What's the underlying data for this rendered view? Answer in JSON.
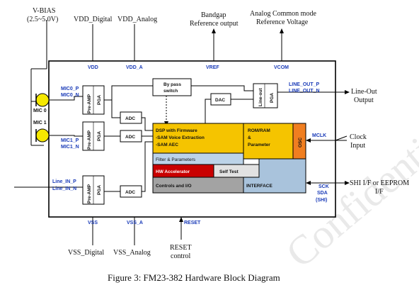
{
  "external_labels": {
    "vbias_title": "V-BIAS",
    "vbias_range": "(2.5~5.0V)",
    "vdd_digital": "VDD_Digital",
    "vdd_analog": "VDD_Analog",
    "bandgap_1": "Bandgap",
    "bandgap_2": "Reference output",
    "acm_1": "Analog Common mode",
    "acm_2": "Reference Voltage",
    "lineout_1": "Line-Out",
    "lineout_2": "Output",
    "clock_1": "Clock",
    "clock_2": "Input",
    "shi_1": "SHI I/F or EEPROM",
    "shi_2": "I/F",
    "vss_digital": "VSS_Digital",
    "vss_analog": "VSS_Analog",
    "reset_1": "RESET",
    "reset_2": "control"
  },
  "pins": {
    "vdd": "VDD",
    "vdd_a": "VDD_A",
    "vref": "VREF",
    "vcom": "VCOM",
    "mic0_p": "MIC0_P",
    "mic0_n": "MIC0_N",
    "mic1_p": "MIC1_P",
    "mic1_n": "MIC1_N",
    "line_in_p": "Line_IN_P",
    "line_in_n": "Line_IN_N",
    "line_out_p": "LINE_OUT_P",
    "line_out_n": "LINE_OUT_N",
    "mclk": "MCLK",
    "sck": "SCK",
    "sda": "SDA",
    "shi": "(SHI)",
    "vss": "VSS",
    "vss_a": "VSS_A",
    "reset": "RESET"
  },
  "mics": {
    "mic0": "MIC 0",
    "mic1": "MIC 1"
  },
  "blocks": {
    "preamp_1": "Pre-AMP",
    "pga": "PGA",
    "adc": "ADC",
    "dac": "DAC",
    "bypass_1": "By pass",
    "bypass_2": "switch",
    "lineout_pga_1": "Line-out",
    "dsp_1": "DSP with Firmware",
    "dsp_2": "-SAM Voice Extraction",
    "dsp_3": "-SAM AEC",
    "filter": "Filter & Parameters",
    "hw_acc": "HW Accelerator",
    "self_test": "Self Test",
    "controls": "Controls and I/O",
    "romram_1": "ROM/RAM",
    "romram_2": "&",
    "romram_3": "Parameter",
    "osc": "OSC",
    "interface": "INTERFACE"
  },
  "caption": "Figure 3: FM23-382 Hardware Block Diagram",
  "watermark": "Confidential",
  "colors": {
    "pin_text": "#1a3bb8",
    "dsp": "#f5c400",
    "filter": "#bcd3e8",
    "hw_accelerator": "#c90000",
    "self_test": "#e2e2e2",
    "controls": "#a3a3a3",
    "rom_ram": "#f5c400",
    "osc": "#f07e20",
    "interface": "#a9c3dc",
    "mic": "#f5e800"
  }
}
